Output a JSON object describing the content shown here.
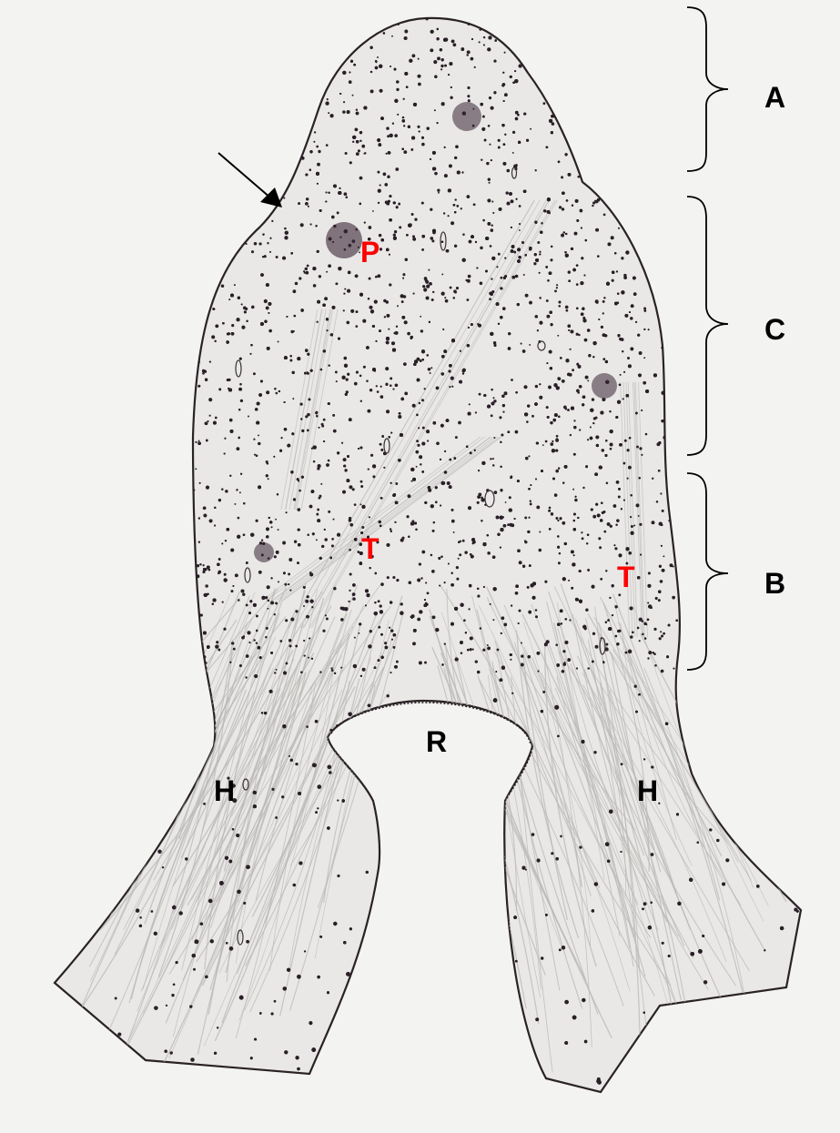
{
  "labels": {
    "zone_a": "A",
    "zone_c": "C",
    "zone_b": "B",
    "p": "P",
    "t_left": "T",
    "t_right": "T",
    "r": "R",
    "h_left": "H",
    "h_right": "H"
  },
  "colors": {
    "background": "#f3f3f1",
    "tissue": "#e9e8e6",
    "outline": "#2a2226",
    "stipple": "#2a1f28",
    "fibers": "#b9b8b6",
    "label_black": "#000000",
    "label_red": "#ff0000"
  }
}
